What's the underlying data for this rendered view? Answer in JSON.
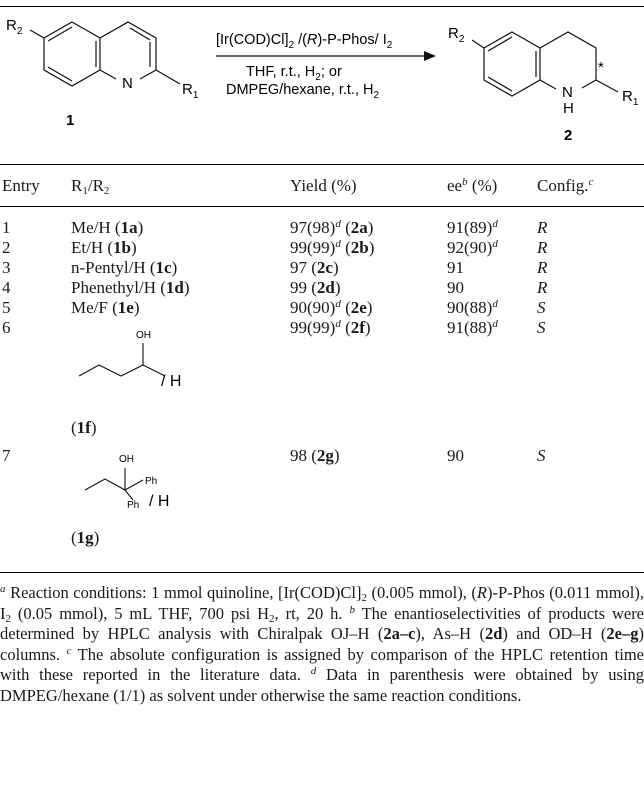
{
  "scheme": {
    "reactant_r2": "R2",
    "reactant_r1": "R1",
    "reactant_n": "N",
    "reactant_number": "1",
    "reagent_line1": "[Ir(COD)Cl]2 /(R)-P-Phos/ I2",
    "conditions_line1": "THF, r.t., H2; or",
    "conditions_line2": "DMPEG/hexane, r.t., H2",
    "product_r2": "R2",
    "product_r1": "R1",
    "product_nh": "NH",
    "product_star": "*",
    "product_number": "2"
  },
  "table": {
    "headers": {
      "entry": "Entry",
      "r1r2": "R1/R2",
      "yield": "Yield (%)",
      "ee": "ee",
      "ee_sup": "b",
      "ee_unit": "(%)",
      "config": "Config.",
      "config_sup": "c"
    },
    "rows": [
      {
        "entry": "1",
        "r": "Me/H",
        "rcode": "1a",
        "yield": "97(98)",
        "ycode": "2a",
        "ee": "91(89)",
        "config": "R"
      },
      {
        "entry": "2",
        "r": "Et/H",
        "rcode": "1b",
        "yield": "99(99)",
        "ycode": "2b",
        "ee": "92(90)",
        "config": "R"
      },
      {
        "entry": "3",
        "r": "n-Pentyl/H",
        "rcode": "1c",
        "yield": "97",
        "ycode": "2c",
        "ee": "91",
        "config": "R"
      },
      {
        "entry": "4",
        "r": "Phenethyl/H",
        "rcode": "1d",
        "yield": "99",
        "ycode": "2d",
        "ee": "90",
        "config": "R"
      },
      {
        "entry": "5",
        "r": "Me/F",
        "rcode": "1e",
        "yield": "90(90)",
        "ycode": "2e",
        "ee": "90(88)",
        "config": "S"
      },
      {
        "entry": "6",
        "r": "",
        "rcode": "1f",
        "yield": "99(99)",
        "ycode": "2f",
        "ee": "91(88)",
        "config": "S",
        "struct_oh": "OH",
        "struct_h": "/ H"
      },
      {
        "entry": "7",
        "r": "",
        "rcode": "1g",
        "yield": "98",
        "ycode": "2g",
        "ee": "90",
        "config": "S",
        "struct_oh": "OH",
        "struct_ph1": "Ph",
        "struct_ph2": "Ph",
        "struct_h": "/ H"
      }
    ],
    "sup_d": "d"
  },
  "footnotes": {
    "a_mark": "a",
    "a_text1": " Reaction conditions: 1 mmol quinoline, [Ir(COD)Cl]",
    "a_sub2": "2",
    "a_text2": " (0.005 mmol), (",
    "a_r": "R",
    "a_text3": ")-P-Phos (0.011 mmol), I",
    "a_text4": " (0.05 mmol), 5 mL THF, 700 psi H",
    "a_text5": ", rt, 20 h.",
    "b_mark": "b",
    "b_text1": " The enantioselectivities of products were determined by HPLC analysis with Chiralpak OJ–H (",
    "b_code1": "2a–c",
    "b_text2": "), As–H (",
    "b_code2": "2d",
    "b_text3": ") and OD–H (",
    "b_code3": "2e–g",
    "b_text4": ") columns.",
    "c_mark": "c",
    "c_text": " The absolute configuration is assigned by comparison of the HPLC retention time with these reported in the literature data.",
    "d_mark": "d",
    "d_text": " Data in parenthesis were obtained by using DMPEG/hexane (1/1) as solvent under otherwise the same reaction conditions."
  }
}
